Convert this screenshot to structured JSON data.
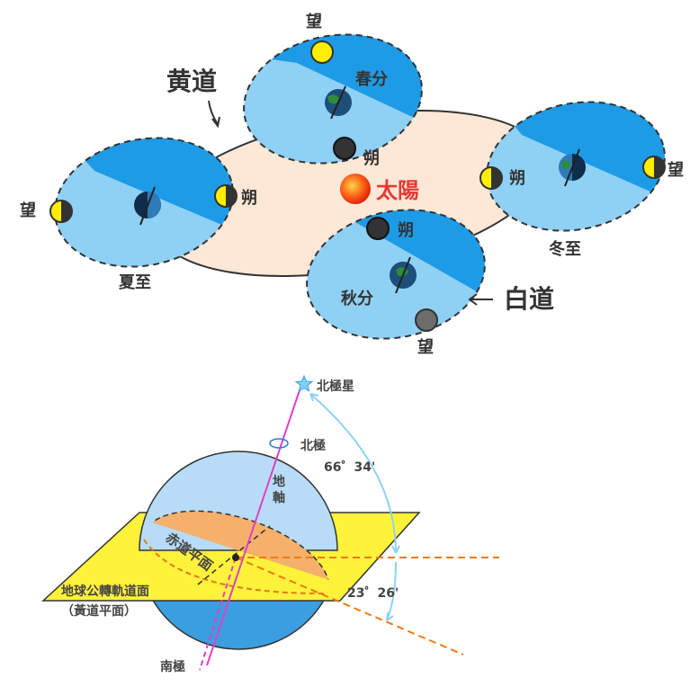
{
  "top_diagram": {
    "ecliptic_label": "黄道",
    "moon_orbit_label": "白道",
    "sun_label": "太陽",
    "positions": {
      "spring": {
        "season": "春分",
        "full_moon": "望",
        "new_moon": "朔"
      },
      "summer": {
        "season": "夏至",
        "full_moon": "望",
        "new_moon": "朔"
      },
      "autumn": {
        "season": "秋分",
        "full_moon": "望",
        "new_moon": "朔"
      },
      "winter": {
        "season": "冬至",
        "full_moon": "望",
        "new_moon": "朔"
      }
    }
  },
  "bottom_diagram": {
    "polaris": "北極星",
    "north_pole": "北極",
    "south_pole": "南極",
    "earth_axis": "地軸",
    "equator_plane": "赤道平面",
    "orbit_plane": "地球公轉軌道面",
    "ecliptic_plane": "（黃道平面）",
    "angle_polaris": "66゜34'",
    "angle_tilt": "23゜26'"
  },
  "colors": {
    "orbit_dark": "#1e9be6",
    "orbit_light": "#8fd0f5",
    "ecliptic_fill": "#fde7d6",
    "sun": "#f03a17",
    "moon_yellow": "#ffee00",
    "moon_dark": "#333333",
    "moon_grey": "#6d6d6d",
    "orbit_plane_yellow": "#fff23a",
    "equator_orange": "#f5b06b",
    "axis_magenta": "#e040c8",
    "angle_blue": "#8fd3f0",
    "dash_orange": "#f07a10"
  }
}
